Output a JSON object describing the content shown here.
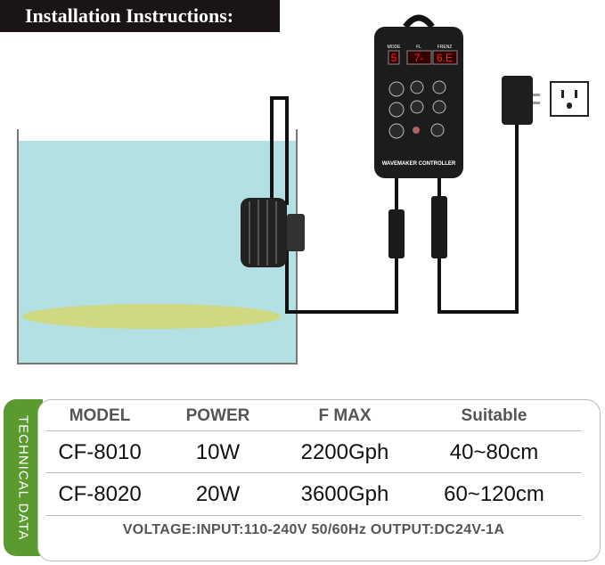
{
  "banner": {
    "title": "Installation Instructions:"
  },
  "controller": {
    "name": "WAVEMAKER CONTROLLER",
    "labels": [
      "MODE",
      "FL",
      "FRENZ"
    ],
    "display": [
      "5",
      "7-",
      "6.E"
    ]
  },
  "tech": {
    "tab_label": "TECHNICAL DATA",
    "headers": [
      "MODEL",
      "POWER",
      "F MAX",
      "Suitable"
    ],
    "rows": [
      [
        "CF-8010",
        "10W",
        "2200Gph",
        "40~80cm"
      ],
      [
        "CF-8020",
        "20W",
        "3600Gph",
        "60~120cm"
      ]
    ],
    "voltage": "VOLTAGE:INPUT:110-240V 50/60Hz OUTPUT:DC24V-1A"
  },
  "colors": {
    "accent": "#5a9a2e",
    "water": "#a9dcdf",
    "controller": "#1c1c1c"
  }
}
